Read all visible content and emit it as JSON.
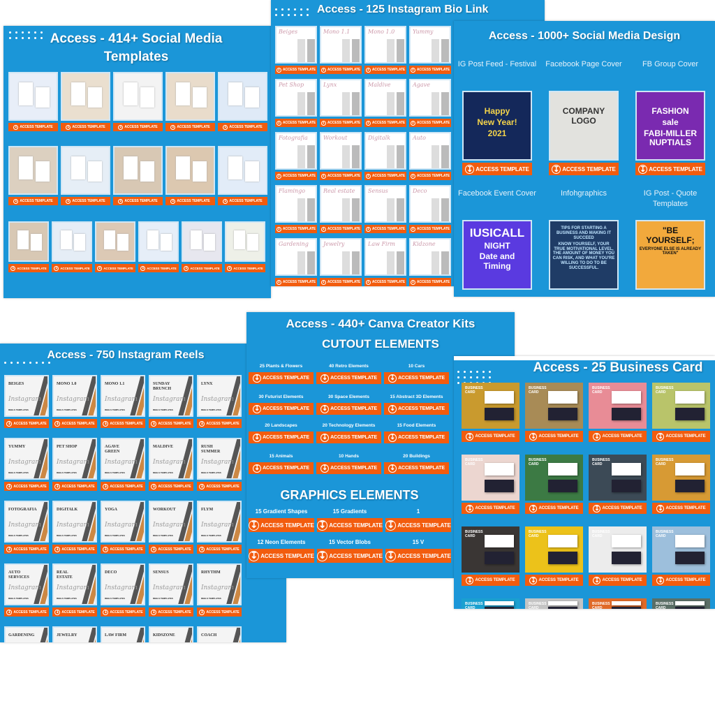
{
  "common": {
    "button_label": "ACCESS TEMPLATE",
    "download_icon": "download-circle-icon"
  },
  "colors": {
    "panel_bg": "#1b96d8",
    "button": "#f25c0e",
    "text": "#ffffff"
  },
  "social_templates": {
    "title": "Access - 414+ Social Media Templates",
    "thumb_colors": [
      "#e8eef8",
      "#eadfcf",
      "#f3f3f3",
      "#e9dccb",
      "#dfeaf7",
      "#dcd0c0",
      "#e6eef6",
      "#d8c8b4",
      "#dcc8b0",
      "#e2ecf8",
      "#d8c8b4",
      "#e5edf6",
      "#dcc9b5",
      "#e6eef8",
      "#e7e7ef",
      "#eef0e8"
    ]
  },
  "bio_link": {
    "title": "Access - 125 Instagram Bio Link",
    "items": [
      "Beiges",
      "Mono 1.1",
      "Mono 1.0",
      "Yummy",
      "Pet Shop",
      "Lynx",
      "Maldive",
      "Agave",
      "Fotografia",
      "Workout",
      "Digitalk",
      "Auto",
      "Flamingo",
      "Real estate",
      "Sensus",
      "Deco",
      "Gardening",
      "Jewelry",
      "Law Firm",
      "Kidzone"
    ]
  },
  "social_design": {
    "title": "Access - 1000+ Social Media Design",
    "items": [
      {
        "label": "IG Post Feed - Festival",
        "thumb_text": [
          "Happy",
          "New Year!",
          "2021"
        ]
      },
      {
        "label": "Facebook Page Cover",
        "thumb_text": [
          "COMPANY LOGO"
        ]
      },
      {
        "label": "FB Group Cover",
        "thumb_text": [
          "FASHION",
          "sale",
          "FABI-MILLER NUPTIALS"
        ]
      },
      {
        "label": "Facebook Event Cover",
        "thumb_text": [
          "IUSICALL",
          "NIGHT",
          "Date and Timing"
        ]
      },
      {
        "label": "Infohgraphics",
        "thumb_text": [
          "TIPS FOR STARTING A BUSINESS AND MAKING IT SUCCEED",
          "KNOW YOURSELF, YOUR TRUE MOTIVATIONAL LEVEL, THE AMOUNT OF MONEY YOU CAN RISK, AND WHAT YOU'RE WILLING TO DO TO BE SUCCESSFUL."
        ]
      },
      {
        "label": "IG Post - Quote Templates",
        "thumb_text": [
          "\"BE YOURSELF;",
          "EVERYONE ELSE IS ALREADY TAKEN\""
        ]
      }
    ]
  },
  "reels": {
    "title": "Access - 750 Instagram Reels",
    "script_text": "Instagram",
    "sub_text": "REELS TEMPLATES",
    "items": [
      "BEIGES",
      "MONO 1.0",
      "MONO 1.1",
      "SUNDAY BRUNCH",
      "LYNX",
      "YUMMY",
      "PET SHOP",
      "AGAVE GREEN",
      "MALDIVE",
      "RUSH SUMMER",
      "FOTOGRAFIA",
      "DIGITALK",
      "YOGA",
      "WORKOUT",
      "FLYM",
      "AUTO SERVICES",
      "REAL ESTATE",
      "DECO",
      "SENSUS",
      "RHYTHM",
      "GARDENING",
      "JEWELRY",
      "LAW FIRM",
      "KIDSZONE",
      "COACH"
    ]
  },
  "canva_kits": {
    "title": "Access - 440+ Canva Creator Kits",
    "cutout_heading": "CUTOUT ELEMENTS",
    "cutout_items": [
      "25 Plants & Flowers",
      "40 Retro Elements",
      "10 Cars",
      "30 Futurist Elements",
      "30 Space Elements",
      "15 Abstract 3D Elements",
      "20 Landscapes",
      "20 Technology Elements",
      "15 Food Elements",
      "15 Animals",
      "10 Hands",
      "20 Buildings"
    ],
    "graphics_heading": "GRAPHICS ELEMENTS",
    "graphics_items": [
      "15 Gradient Shapes",
      "15 Gradients",
      "1",
      "12 Neon Elements",
      "15 Vector Blobs",
      "15 V"
    ]
  },
  "business_card": {
    "title": "Access - 25 Business Card",
    "card_label": "BUSINESS CARD",
    "card_colors": [
      "#c99a2e",
      "#a88b56",
      "#e88c96",
      "#b9c46a",
      "#ecd6d0",
      "#3c7a44",
      "#3c4a56",
      "#d79a34",
      "#3a3634",
      "#ecc21a",
      "#ececec",
      "#9dbfdc",
      "#1aa0d0",
      "#c4c4c4",
      "#e06a28",
      "#5a6e66"
    ]
  }
}
